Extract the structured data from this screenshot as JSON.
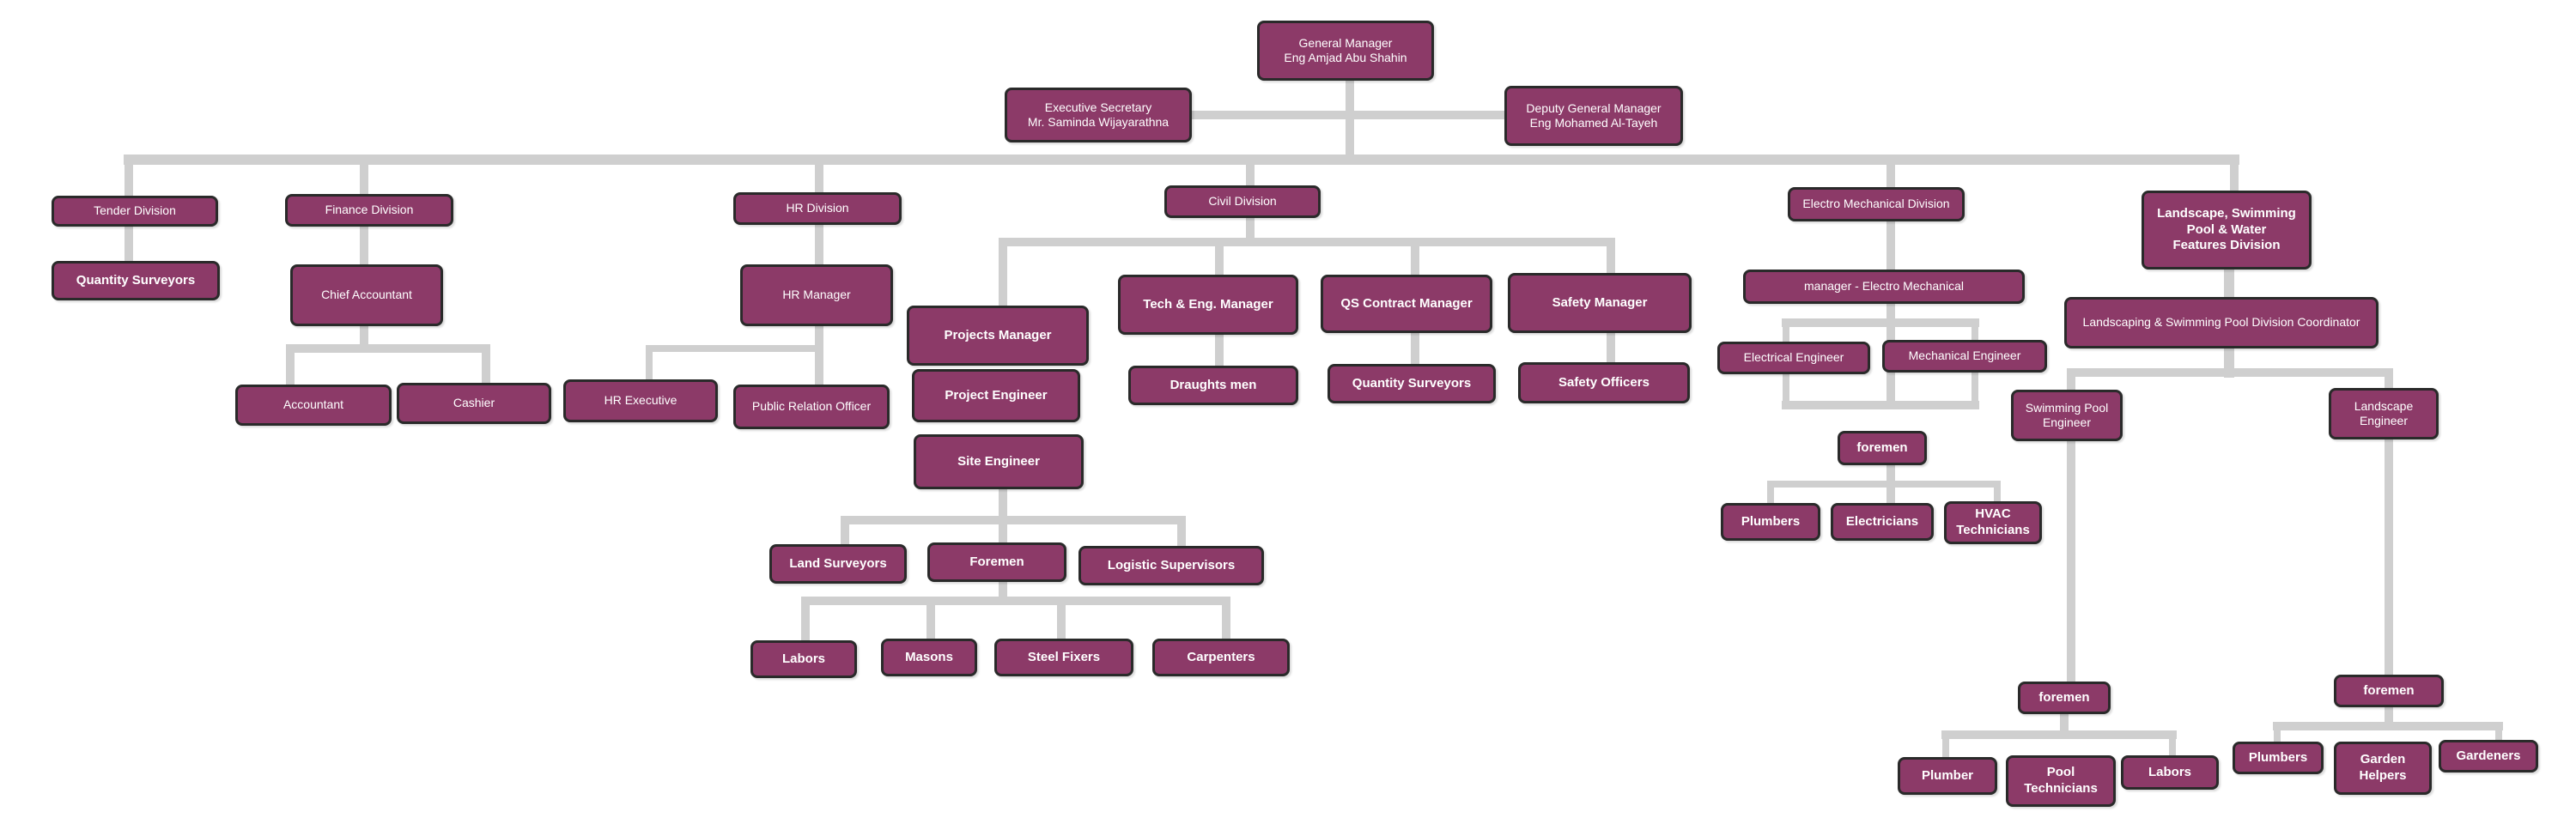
{
  "colors": {
    "box_fill": "#8c3a68",
    "box_border": "#2a2a2a",
    "line": "#cfcfcf",
    "text": "#ffffff"
  },
  "nodes": {
    "general_manager": {
      "line1": "General Manager",
      "line2": "Eng Amjad Abu Shahin"
    },
    "executive_secretary": {
      "line1": "Executive Secretary",
      "line2": "Mr. Saminda Wijayarathna"
    },
    "deputy_gm": {
      "line1": "Deputy General Manager",
      "line2": "Eng Mohamed Al-Tayeh"
    },
    "tender_division": "Tender Division",
    "tender_qs": "Quantity Surveyors",
    "finance_division": "Finance Division",
    "chief_accountant": "Chief Accountant",
    "accountant": "Accountant",
    "cashier": "Cashier",
    "hr_division": "HR Division",
    "hr_manager": "HR Manager",
    "hr_executive": "HR Executive",
    "pr_officer": "Public Relation Officer",
    "civil_division": "Civil Division",
    "projects_manager": "Projects Manager",
    "project_engineer": "Project Engineer",
    "site_engineer": "Site Engineer",
    "land_surveyors": "Land Surveyors",
    "civil_foremen": "Foremen",
    "logistic_supervisors": "Logistic Supervisors",
    "labors": "Labors",
    "masons": "Masons",
    "steel_fixers": "Steel Fixers",
    "carpenters": "Carpenters",
    "tech_eng_manager": "Tech & Eng. Manager",
    "draughts_men": "Draughts men",
    "qs_contract_manager": "QS Contract Manager",
    "civil_qs": "Quantity Surveyors",
    "safety_manager": "Safety Manager",
    "safety_officers": "Safety Officers",
    "electro_mech_division": "Electro Mechanical Division",
    "em_manager": "manager - Electro Mechanical",
    "electrical_engineer": "Electrical Engineer",
    "mechanical_engineer": "Mechanical Engineer",
    "em_foremen": "foremen",
    "em_plumbers": "Plumbers",
    "electricians": "Electricians",
    "hvac": {
      "line1": "HVAC",
      "line2": "Technicians"
    },
    "landscape_division": {
      "line1": "Landscape, Swimming",
      "line2": "Pool & Water",
      "line3": "Features Division"
    },
    "ls_coordinator": "Landscaping & Swimming Pool  Division Coordinator",
    "pool_engineer": {
      "line1": "Swimming Pool",
      "line2": "Engineer"
    },
    "landscape_engineer": {
      "line1": "Landscape",
      "line2": "Engineer"
    },
    "pool_foremen": "foremen",
    "plumber": "Plumber",
    "pool_technicians": {
      "line1": "Pool",
      "line2": "Technicians"
    },
    "pool_labors": "Labors",
    "ls_foremen": "foremen",
    "ls_plumbers": "Plumbers",
    "garden_helpers": {
      "line1": "Garden",
      "line2": "Helpers"
    },
    "gardeners": "Gardeners"
  }
}
